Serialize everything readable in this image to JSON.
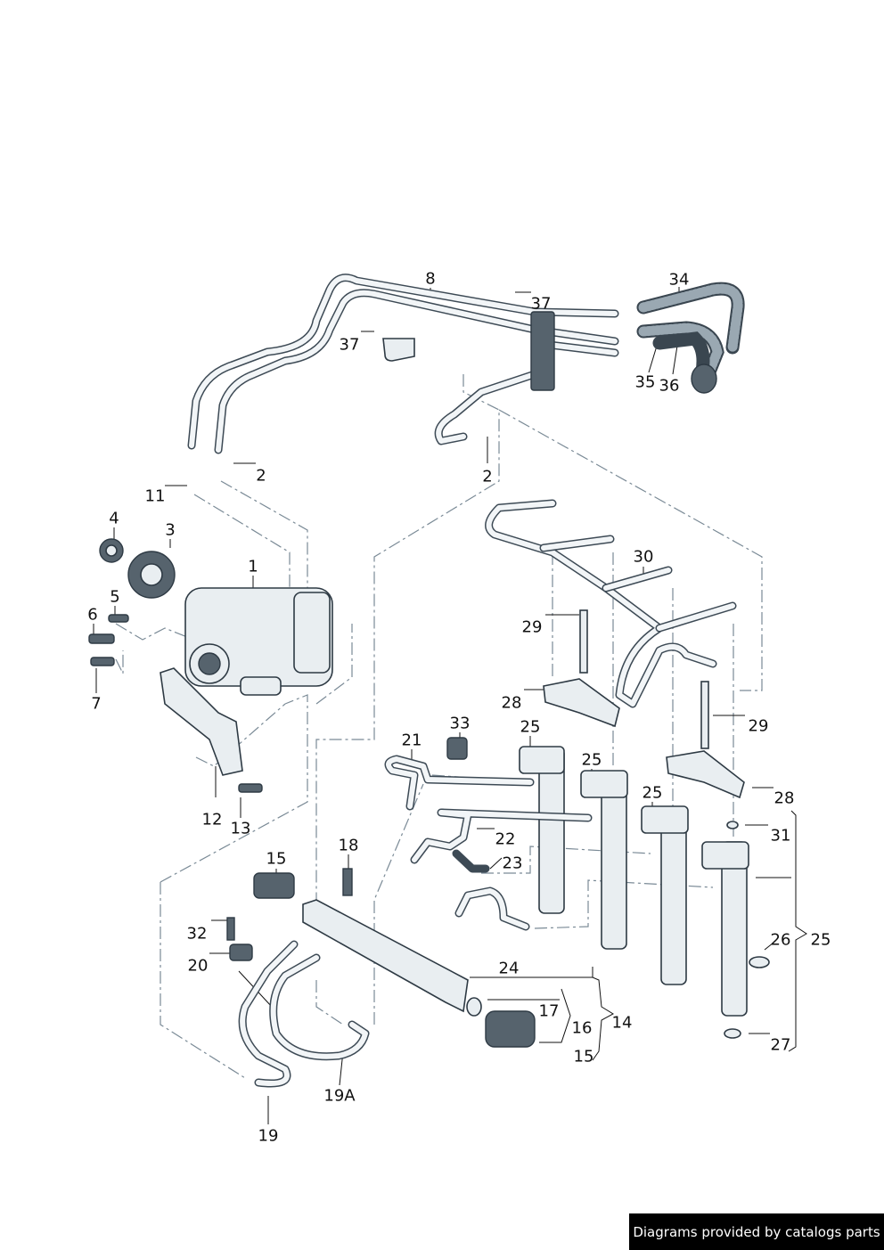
{
  "diagram": {
    "callouts": [
      "8",
      "34",
      "37",
      "37",
      "35",
      "36",
      "2",
      "11",
      "2",
      "4",
      "3",
      "1",
      "5",
      "6",
      "7",
      "30",
      "29",
      "28",
      "29",
      "33",
      "21",
      "25",
      "25",
      "25",
      "28",
      "12",
      "13",
      "22",
      "31",
      "18",
      "23",
      "15",
      "32",
      "20",
      "26",
      "25",
      "24",
      "17",
      "16",
      "14",
      "15",
      "27",
      "19A",
      "19"
    ]
  },
  "footer": {
    "text": "Diagrams provided by catalogs parts"
  }
}
